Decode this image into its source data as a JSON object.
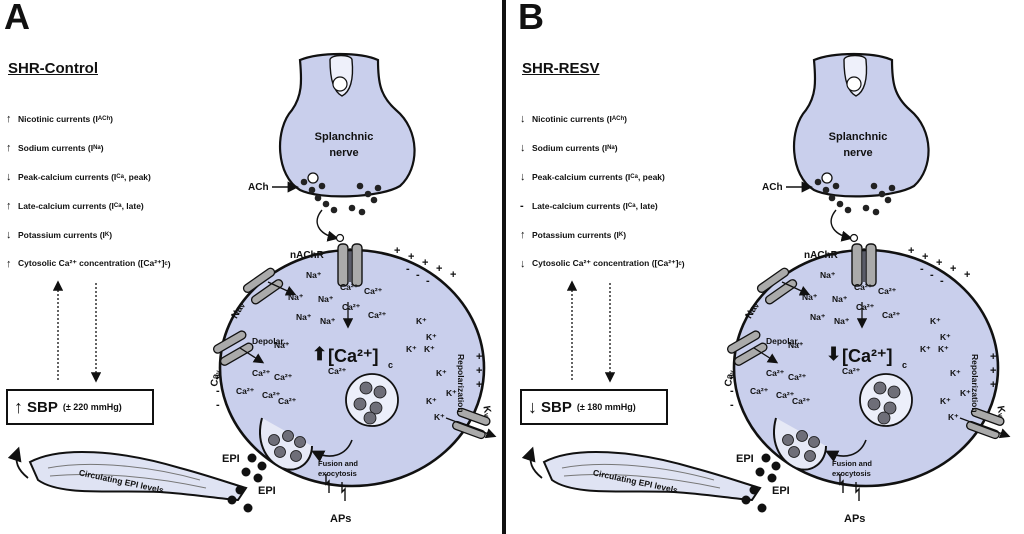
{
  "panels": [
    {
      "letter": "A",
      "title": "SHR-Control",
      "effects": [
        {
          "arrow": "↑",
          "text": "Nicotinic currents (I",
          "sub": "ACh",
          "tail": ")"
        },
        {
          "arrow": "↑",
          "text": "Sodium currents (I",
          "sub": "Na",
          "tail": ")"
        },
        {
          "arrow": "↓",
          "text": "Peak-calcium currents (I",
          "sub": "Ca",
          "tail": " , peak)"
        },
        {
          "arrow": "↑",
          "text": "Late-calcium currents (I",
          "sub": "Ca",
          "tail": " , late)"
        },
        {
          "arrow": "↓",
          "text": "Potassium currents (I",
          "sub": "K",
          "tail": ")"
        },
        {
          "arrow": "↑",
          "text": "Cytosolic Ca²⁺ concentration ([Ca²⁺]",
          "sub": "c",
          "tail": ")"
        }
      ],
      "sbp": {
        "arrow": "↑",
        "label": "SBP",
        "value": "(± 220 mmHg)"
      },
      "ca_arrow": "⬆"
    },
    {
      "letter": "B",
      "title": "SHR-RESV",
      "effects": [
        {
          "arrow": "↓",
          "text": "Nicotinic currents (I",
          "sub": "ACh",
          "tail": ")"
        },
        {
          "arrow": "↓",
          "text": "Sodium currents (I",
          "sub": "Na",
          "tail": ")"
        },
        {
          "arrow": "↓",
          "text": "Peak-calcium currents (I",
          "sub": "Ca",
          "tail": " , peak)"
        },
        {
          "arrow": "-",
          "text": "Late-calcium currents (I",
          "sub": "Ca",
          "tail": " , late)"
        },
        {
          "arrow": "↑",
          "text": "Potassium currents (I",
          "sub": "K",
          "tail": ")"
        },
        {
          "arrow": "↓",
          "text": "Cytosolic Ca²⁺ concentration ([Ca²⁺]",
          "sub": "c",
          "tail": ")"
        }
      ],
      "sbp": {
        "arrow": "↓",
        "label": "SBP",
        "value": "(± 180 mmHg)"
      },
      "ca_arrow": "⬇"
    }
  ],
  "diagram_labels": {
    "nerve": "Splanchnic",
    "nerve2": "nerve",
    "ach": "ACh",
    "nachr": "nAChR",
    "na": "Na⁺",
    "ca": "Ca²⁺",
    "k": "K⁺",
    "ca_center": "[Ca²⁺]",
    "ca_center_sub": "c",
    "depolar": "Depolar.",
    "repolarization": "Repolarization",
    "nav": "Naᵥ",
    "cav": "Caᵥ",
    "kv": "Kᵥ",
    "fusion": "Fusion and",
    "exocytosis": "exocytosis",
    "epi": "EPI",
    "aps": "APs",
    "circulating": "Circulating EPI levels"
  },
  "colors": {
    "cell_fill": "#c9cfec",
    "outline": "#111111",
    "vessel_fill": "#dfe3f3",
    "granule": "#6e6e78"
  }
}
